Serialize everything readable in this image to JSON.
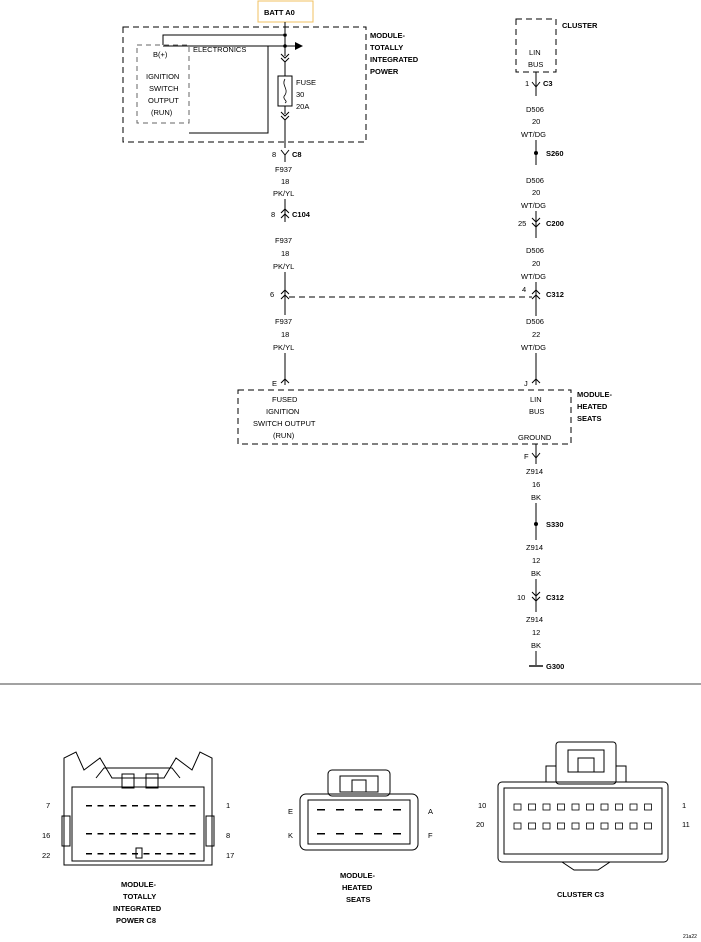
{
  "batt": "BATT A0",
  "tip": {
    "name": [
      "MODULE-",
      "TOTALLY",
      "INTEGRATED",
      "POWER"
    ],
    "b_plus": "B(+)",
    "electronics": "ELECTRONICS",
    "ign": [
      "IGNITION",
      "SWITCH",
      "OUTPUT",
      "(RUN)"
    ],
    "fuse": [
      "FUSE",
      "30",
      "20A"
    ]
  },
  "cluster": {
    "name": "CLUSTER",
    "lin": [
      "LIN",
      "BUS"
    ]
  },
  "left_wire": {
    "c8": {
      "pin": "8",
      "conn": "C8"
    },
    "seg1": [
      "F937",
      "18",
      "PK/YL"
    ],
    "c104": {
      "pin": "8",
      "conn": "C104"
    },
    "seg2": [
      "F937",
      "18",
      "PK/YL"
    ],
    "c312": {
      "pin": "6"
    },
    "seg3": [
      "F937",
      "18",
      "PK/YL"
    ],
    "hs_pin": "E"
  },
  "right_wire": {
    "c3": {
      "pin": "1",
      "conn": "C3"
    },
    "seg1": [
      "D506",
      "20",
      "WT/DG"
    ],
    "s260": "S260",
    "seg2": [
      "D506",
      "20",
      "WT/DG"
    ],
    "c200": {
      "pin": "25",
      "conn": "C200"
    },
    "seg3": [
      "D506",
      "20",
      "WT/DG"
    ],
    "c312": {
      "pin": "4",
      "conn": "C312"
    },
    "seg4": [
      "D506",
      "22",
      "WT/DG"
    ],
    "hs_pin": "J"
  },
  "heated": {
    "name": [
      "MODULE-",
      "HEATED",
      "SEATS"
    ],
    "fused": [
      "FUSED",
      "IGNITION",
      "SWITCH OUTPUT",
      "(RUN)"
    ],
    "lin": [
      "LIN",
      "BUS"
    ],
    "ground": "GROUND"
  },
  "ground_wire": {
    "f_pin": "F",
    "seg1": [
      "Z914",
      "16",
      "BK"
    ],
    "s330": "S330",
    "seg2": [
      "Z914",
      "12",
      "BK"
    ],
    "c312": {
      "pin": "10",
      "conn": "C312"
    },
    "seg3": [
      "Z914",
      "12",
      "BK"
    ],
    "g300": "G300"
  },
  "views": {
    "tip": {
      "pins": [
        "7",
        "1",
        "16",
        "8",
        "22",
        "17"
      ],
      "label": [
        "MODULE-",
        "TOTALLY",
        "INTEGRATED",
        "POWER C8"
      ]
    },
    "heated": {
      "pins": [
        "E",
        "A",
        "K",
        "F"
      ],
      "label": [
        "MODULE-",
        "HEATED",
        "SEATS"
      ]
    },
    "cluster": {
      "pins": [
        "10",
        "1",
        "20",
        "11"
      ],
      "label": [
        "CLUSTER C3"
      ]
    }
  },
  "ref": "21a22"
}
